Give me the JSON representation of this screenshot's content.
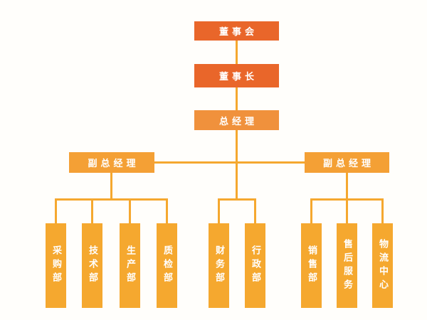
{
  "colors": {
    "bg": "#fffefb",
    "top_level": "#e9662a",
    "gm_level": "#f0913c",
    "deputy_level": "#f4a035",
    "department": "#f5a82f",
    "line": "#f5a82f",
    "label_text": "#ffffff"
  },
  "org": {
    "board": {
      "label": "董事会"
    },
    "chairman": {
      "label": "董事长"
    },
    "general_manager": {
      "label": "总经理"
    },
    "deputy_gm_left": {
      "label": "副总经理"
    },
    "deputy_gm_right": {
      "label": "副总经理"
    },
    "departments_left": [
      {
        "label": "采购部"
      },
      {
        "label": "技术部"
      },
      {
        "label": "生产部"
      },
      {
        "label": "质检部"
      }
    ],
    "departments_middle": [
      {
        "label": "财务部"
      },
      {
        "label": "行政部"
      }
    ],
    "departments_right": [
      {
        "label": "销售部"
      },
      {
        "label": "售后服务"
      },
      {
        "label": "物流中心"
      }
    ]
  }
}
